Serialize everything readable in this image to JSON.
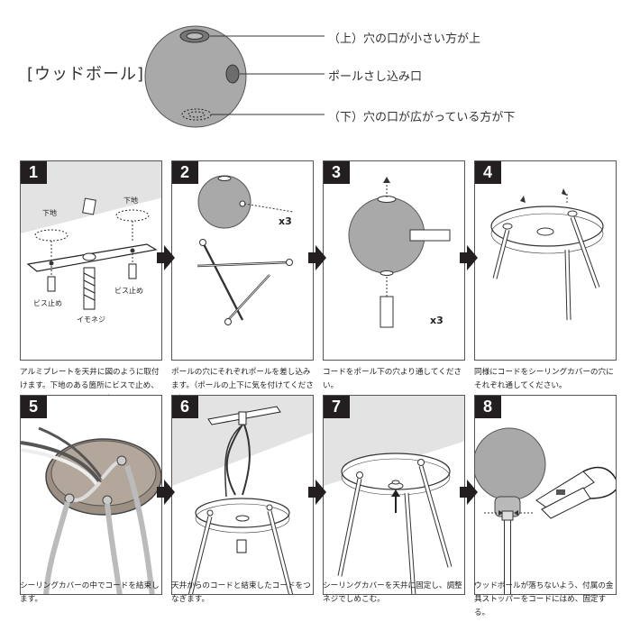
{
  "header": {
    "title": "[ウッドボール]",
    "callouts": {
      "top": "（上）穴の口が小さい方が上",
      "middle": "ポールさし込み口",
      "bottom": "（下）穴の口が広がっている方が下"
    }
  },
  "steps": [
    {
      "number": "1",
      "caption": "アルミプレートを天井に図のように取付けます。下地のある箇所にビスで止め、穴にイモネジを入れて固定させます。",
      "labels": {
        "base_left": "下地",
        "base_right": "下地",
        "screw_left": "ビス止め",
        "screw_right": "ビス止め",
        "imo": "イモネジ"
      }
    },
    {
      "number": "2",
      "caption": "ポールの穴にそれぞれポールを差し込みます。（ポールの上下に気を付けてください）",
      "labels": {
        "count": "x3"
      }
    },
    {
      "number": "3",
      "caption": "コードをポール下の穴より通してください。",
      "labels": {
        "count": "x3"
      }
    },
    {
      "number": "4",
      "caption": "同様にコードをシーリングカバーの穴にそれぞれ通してください。"
    },
    {
      "number": "5",
      "caption": "シーリングカバーの中でコードを結束します。"
    },
    {
      "number": "6",
      "caption": "天井からのコードと結束したコードをつなぎます。"
    },
    {
      "number": "7",
      "caption": "シーリングカバーを天井に固定し、調整ネジでしめこむ。"
    },
    {
      "number": "8",
      "caption": "ウッドボールが落ちないよう、付属の金具ストッパーをコードにはめ、固定する。"
    }
  ],
  "colors": {
    "ball": "#a9a9a9",
    "panel_gray": "#e3e3e3",
    "number_bg": "#231f20"
  }
}
